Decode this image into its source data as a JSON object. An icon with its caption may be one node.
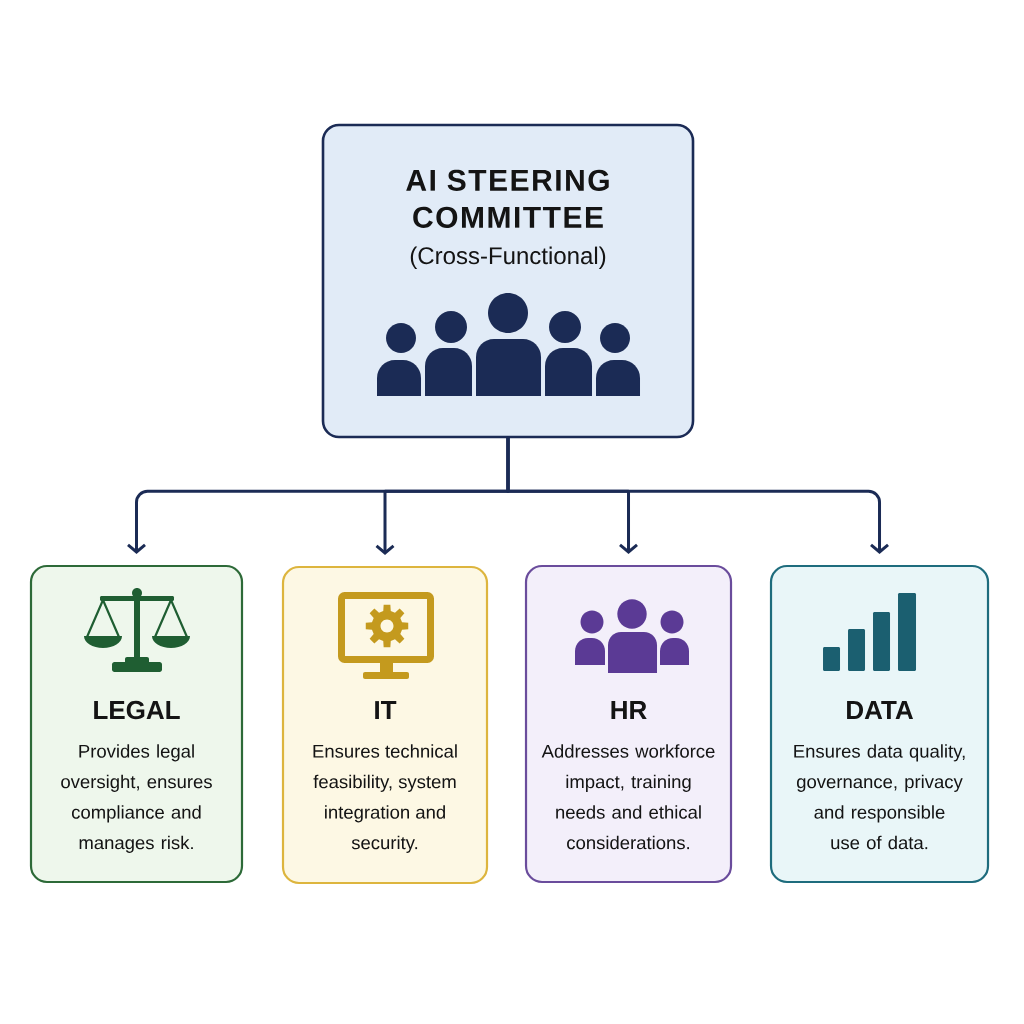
{
  "diagram": {
    "nodes": [
      {
        "text": [
          "AI STEERING COMMITTEE",
          "(Cross-Functional)"
        ]
      },
      {
        "text": [
          "LEGAL",
          "Provides legal oversight, ensures compliance and manages risk."
        ]
      },
      {
        "text": [
          "IT",
          "Ensures technical feasibility, system integration and security."
        ]
      },
      {
        "text": [
          "HR",
          "Addresses workforce impact, training needs and ethical considerations."
        ]
      },
      {
        "text": [
          "DATA",
          "Ensures data quality, governance, privacy and responsible use of data."
        ]
      }
    ],
    "edges": [
      {
        "from": 0,
        "to": 1,
        "arrow": "to"
      },
      {
        "from": 0,
        "to": 2,
        "arrow": "to"
      },
      {
        "from": 0,
        "to": 3,
        "arrow": "to"
      },
      {
        "from": 0,
        "to": 4,
        "arrow": "to"
      }
    ]
  }
}
